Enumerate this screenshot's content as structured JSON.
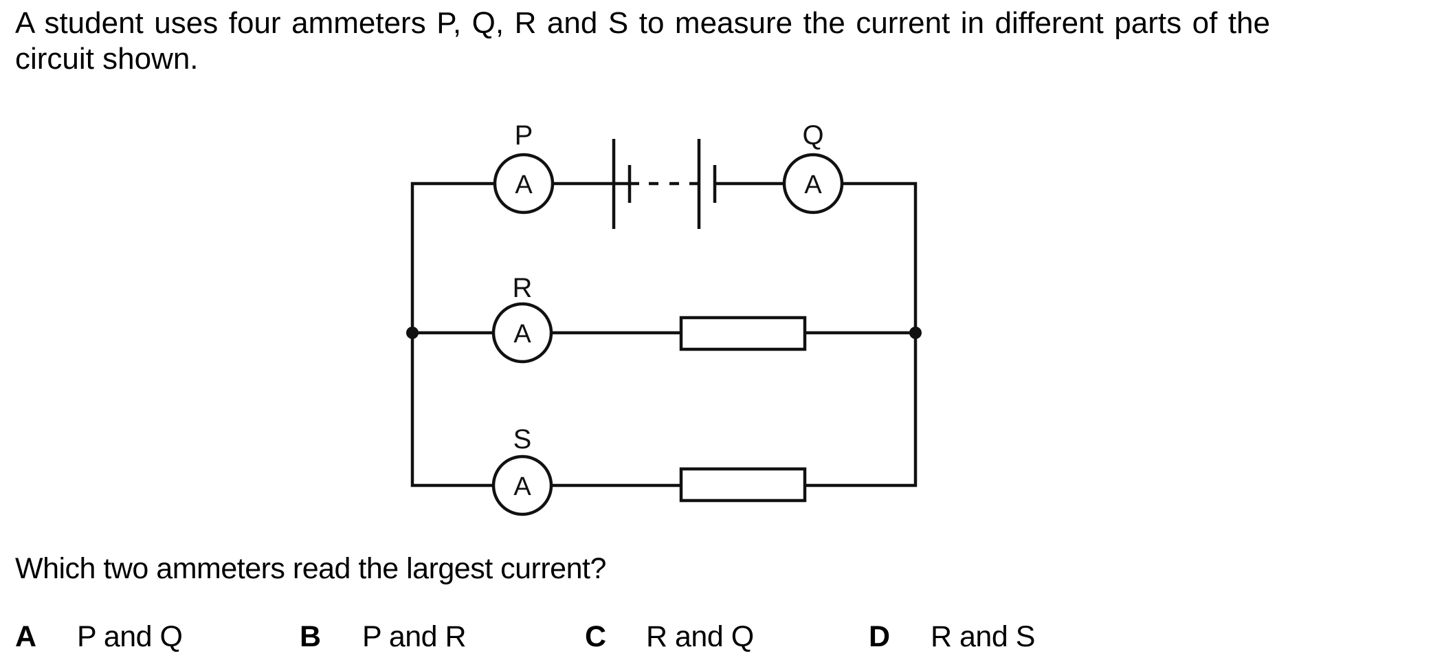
{
  "intro": {
    "line1": "A student uses four ammeters P, Q, R and S to measure the current in different parts of the",
    "line2": "circuit shown."
  },
  "circuit": {
    "components": [
      {
        "type": "ammeter",
        "label": "P",
        "symbol": "A",
        "branch": "top"
      },
      {
        "type": "battery",
        "cells": 2,
        "connection": "dashed-multiple-cells",
        "branch": "top"
      },
      {
        "type": "ammeter",
        "label": "Q",
        "symbol": "A",
        "branch": "top"
      },
      {
        "type": "ammeter",
        "label": "R",
        "symbol": "A",
        "branch": "middle"
      },
      {
        "type": "resistor",
        "branch": "middle"
      },
      {
        "type": "ammeter",
        "label": "S",
        "symbol": "A",
        "branch": "bottom"
      },
      {
        "type": "resistor",
        "branch": "bottom"
      }
    ],
    "ammeter_symbol": "A",
    "labels": {
      "P": "P",
      "Q": "Q",
      "R": "R",
      "S": "S"
    }
  },
  "question": "Which two ammeters read the largest current?",
  "options": [
    {
      "letter": "A",
      "text": "P and Q"
    },
    {
      "letter": "B",
      "text": "P and R"
    },
    {
      "letter": "C",
      "text": "R and Q"
    },
    {
      "letter": "D",
      "text": "R and S"
    }
  ]
}
